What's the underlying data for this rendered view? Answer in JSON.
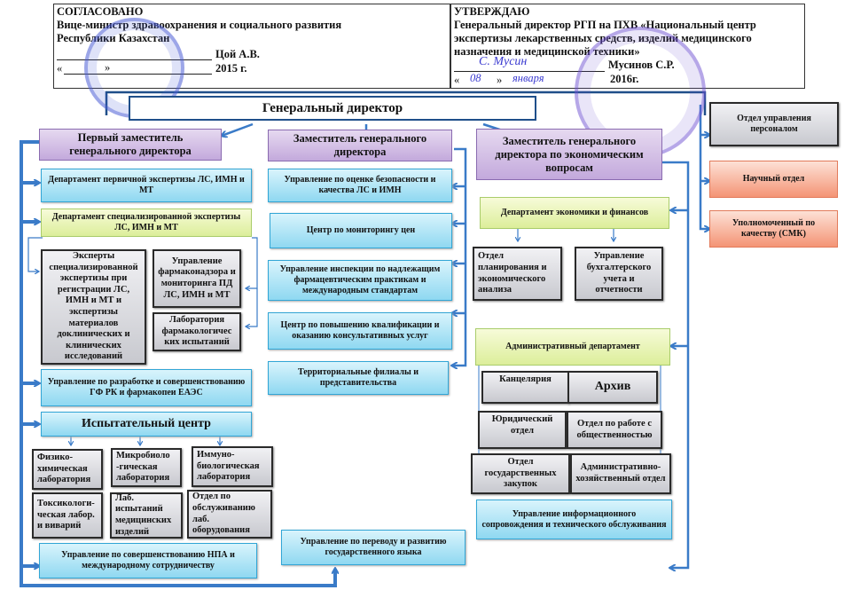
{
  "header": {
    "left": {
      "title": "СОГЛАСОВАНО",
      "line1": "Вице-министр здравоохранения и социального развития",
      "line2": "Республики Казахстан",
      "signer": "Цой А.В.",
      "date_prefix": "«",
      "date_mid": "»",
      "year": "2015 г."
    },
    "right": {
      "title": "УТВЕРЖДАЮ",
      "line1": "Генеральный директор РГП на ПХВ «Национальный центр",
      "line2": "экспертизы лекарственных средств, изделий медицинского",
      "line3": "назначения и медицинской техники»",
      "signer": "Мусинов С.Р.",
      "date_day": "08",
      "date_month": "января",
      "date_prefix": "«",
      "date_mid": "»",
      "year": "2016г.",
      "signature": "С. Мусин"
    }
  },
  "general_director": "Генеральный директор",
  "first_deputy": {
    "title": "Первый заместитель генерального директора",
    "units": {
      "primary_expertise": "Департамент первичной экспертизы ЛС, ИМН и МТ",
      "specialized_expertise": "Департамент специализированной экспертизы ЛС, ИМН и МТ",
      "experts": "Эксперты специализированной экспертизы при регистрации ЛС, ИМН и МТ  и экспертизы материалов доклинических и клинических исследований",
      "pharmacovigilance": "Управление фармаконадзора и мониторинга ПД ЛС, ИМН и МТ",
      "pharmacology_lab": "Лаборатория фармакологичес ких испытаний",
      "pharmacopoeia": "Управление по разработке и совершенствованию ГФ РК и фармакопеи ЕАЭС",
      "testing_center": "Испытательный центр",
      "labs": [
        "Физико-химическая лаборатория",
        "Микробиоло -гическая лаборатория",
        "Иммуно-биологическая лаборатория",
        "Токсикологи-ческая лабор. и виварий",
        "Лаб. испытаний медицинских изделий",
        "Отдел по обслуживанию лаб. оборудования"
      ],
      "npa": "Управление по совершенствованию НПА и международному сотрудничеству"
    }
  },
  "deputy": {
    "title": "Заместитель генерального директора",
    "units": [
      "Управление по оценке безопасности и качества ЛС и ИМН",
      "Центр по мониторингу цен",
      "Управление инспекции по надлежащим фармацевтическим практикам и международным стандартам",
      "Центр по повышению квалификации и оказанию консультативных услуг",
      "Территориальные филиалы и представительства"
    ],
    "language": "Управление по переводу и развитию государственного языка"
  },
  "economic_deputy": {
    "title": "Заместитель генерального директора по экономическим вопросам",
    "finance_dept": "Департамент экономики и финансов",
    "planning": "Отдел планирования и экономического анализа",
    "accounting": "Управление бухгалтерского учета и отчетности",
    "admin_dept": "Административный департамент",
    "admin_units": {
      "office": "Канцелярия",
      "archive": "Архив",
      "legal": "Юридический отдел",
      "public": "Отдел по работе с общественностью",
      "procurement": "Отдел государственных закупок",
      "household": "Административно-хозяйственный отдел"
    },
    "it": "Управление информационного сопровождения и технического обслуживания"
  },
  "direct": {
    "hr": "Отдел управления персоналом",
    "science": "Научный отдел",
    "quality": "Уполномоченный по качеству (СМК)"
  },
  "colors": {
    "connector": "#3a7bc8",
    "stamp": "#4a5cd6",
    "signature": "#3a3ad0"
  }
}
